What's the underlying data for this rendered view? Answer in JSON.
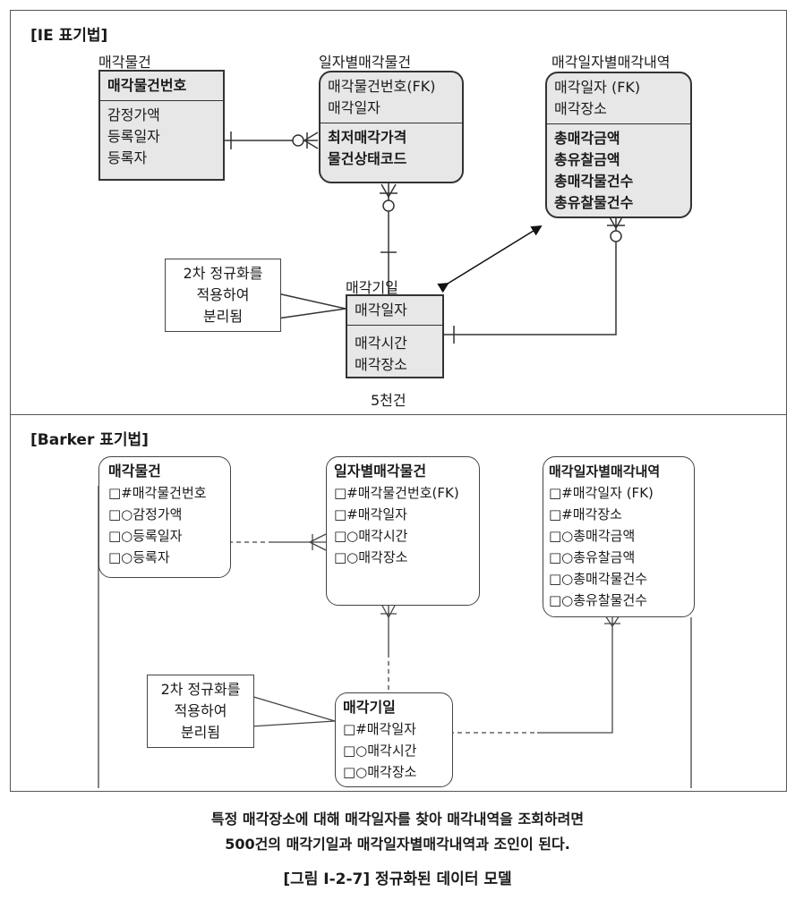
{
  "ie": {
    "label": "[IE 표기법]",
    "entity_a": {
      "name": "매각물건",
      "pk": [
        "매각물건번호"
      ],
      "attrs": [
        "감정가액",
        "등록일자",
        "등록자"
      ]
    },
    "entity_b": {
      "name": "일자별매각물건",
      "pk": [
        "매각물건번호(FK)",
        "매각일자"
      ],
      "attrs": [
        "최저매각가격",
        "물건상태코드"
      ]
    },
    "entity_c": {
      "name": "매각일자별매각내역",
      "pk": [
        "매각일자 (FK)",
        "매각장소"
      ],
      "attrs": [
        "총매각금액",
        "총유찰금액",
        "총매각물건수",
        "총유찰물건수"
      ]
    },
    "entity_d": {
      "name": "매각기일",
      "pk": [
        "매각일자"
      ],
      "attrs": [
        "매각시간",
        "매각장소"
      ]
    },
    "note": [
      "2차 정규화를",
      "적용하여",
      "분리됨"
    ],
    "count": "5천건"
  },
  "barker": {
    "label": "[Barker 표기법]",
    "entity_a": {
      "name": "매각물건",
      "rows": [
        "□#매각물건번호",
        "□○감정가액",
        "□○등록일자",
        "□○등록자"
      ]
    },
    "entity_b": {
      "name": "일자별매각물건",
      "rows": [
        "□#매각물건번호(FK)",
        "□#매각일자",
        "□○매각시간",
        "□○매각장소"
      ]
    },
    "entity_c": {
      "name": "매각일자별매각내역",
      "rows": [
        "□#매각일자 (FK)",
        "□#매각장소",
        "□○총매각금액",
        "□○총유찰금액",
        "□○총매각물건수",
        "□○총유찰물건수"
      ]
    },
    "entity_d": {
      "name": "매각기일",
      "rows": [
        "□#매각일자",
        "□○매각시간",
        "□○매각장소"
      ]
    },
    "note": [
      "2차 정규화를",
      "적용하여",
      "분리됨"
    ]
  },
  "caption": {
    "line1": "특정 매각장소에 대해 매각일자를 찾아 매각내역을 조회하려면",
    "line2": "500건의 매각기일과 매각일자별매각내역과 조인이 된다.",
    "title": "[그림 Ⅰ-2-7] 정규화된 데이터 모델"
  }
}
